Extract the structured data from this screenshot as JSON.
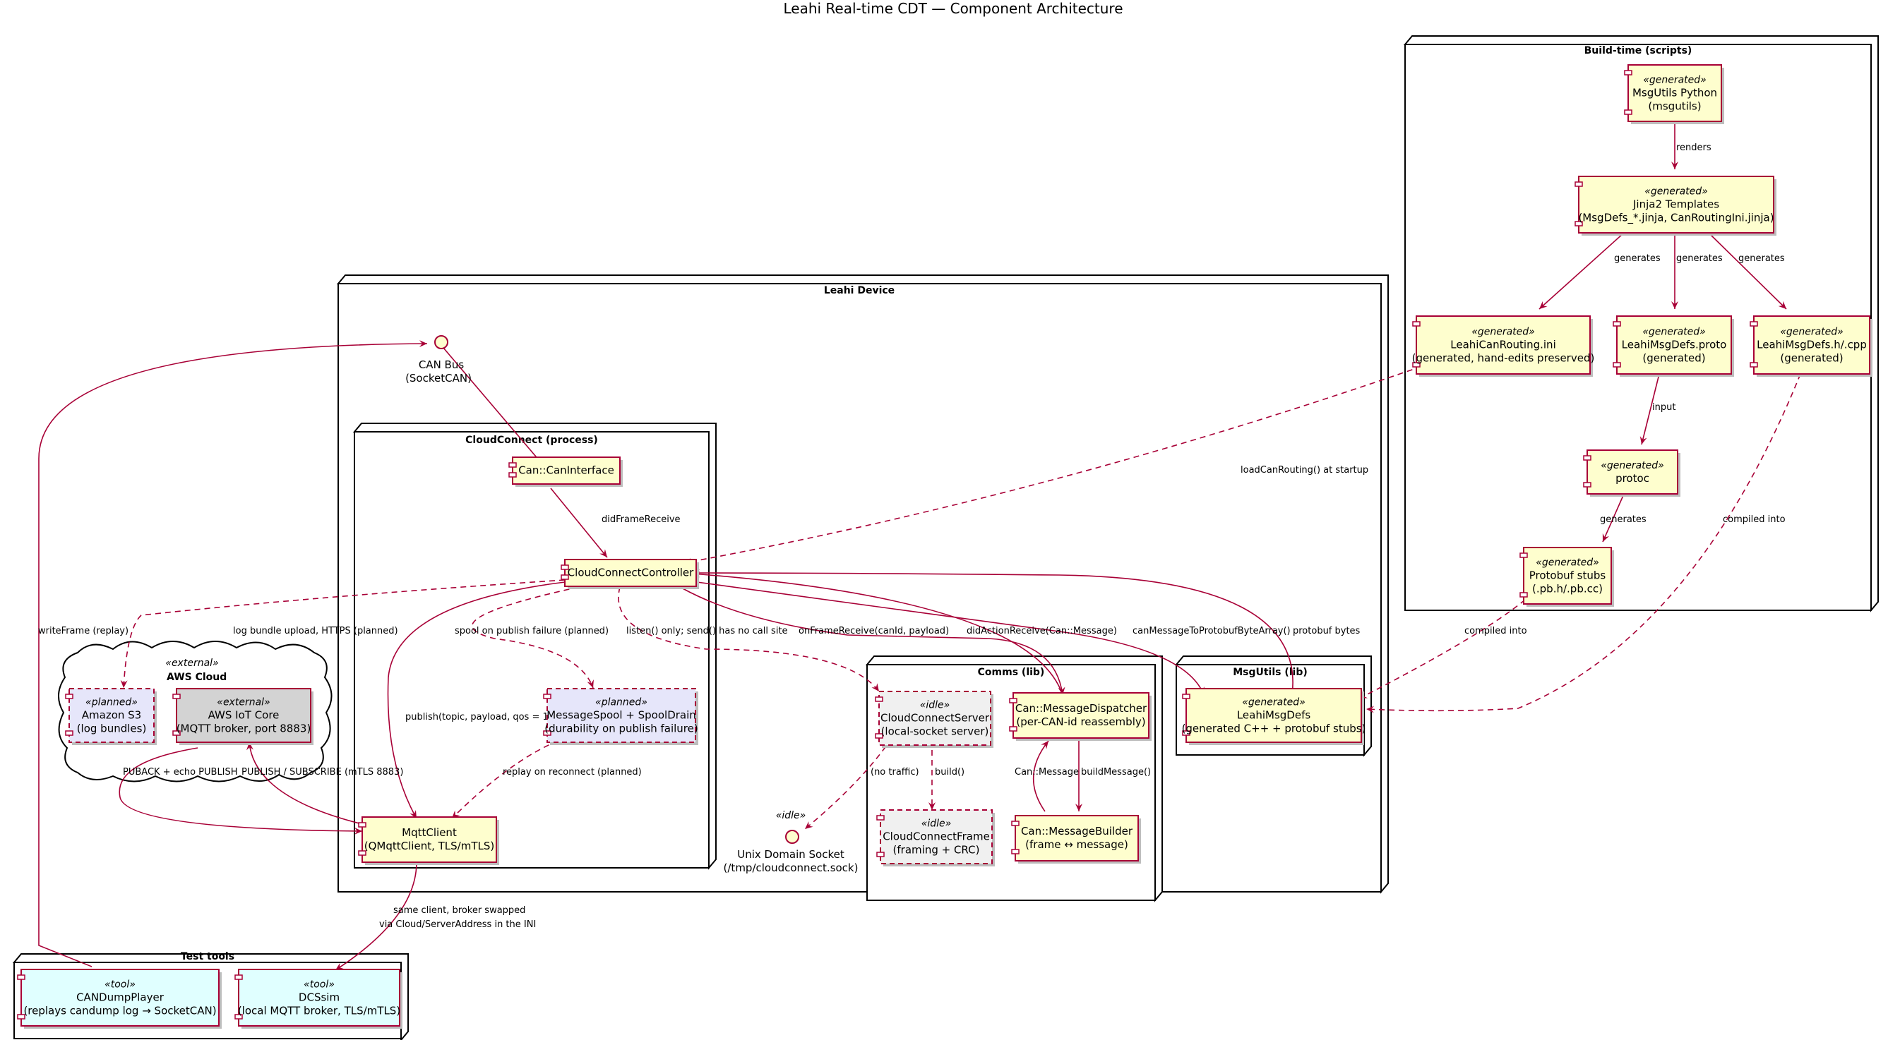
{
  "diagram": {
    "title": "Leahi Real-time CDT — Component Architecture",
    "nodes": {
      "build_time": "Build-time (scripts)",
      "leahi_device": "Leahi Device",
      "cloudconnect": "CloudConnect (process)",
      "comms": "Comms (lib)",
      "msgutils": "MsgUtils (lib)",
      "aws_cloud": "AWS Cloud",
      "aws_cloud_stereo": "«external»",
      "test_tools": "Test tools"
    },
    "components": {
      "msgutils_python": {
        "stereo": "«generated»",
        "lines": [
          "MsgUtils Python",
          "(msgutils)"
        ]
      },
      "jinja2": {
        "stereo": "«generated»",
        "lines": [
          "Jinja2 Templates",
          "(MsgDefs_*.jinja, CanRoutingIni.jinja)"
        ]
      },
      "routing_ini": {
        "stereo": "«generated»",
        "lines": [
          "LeahiCanRouting.ini",
          "(generated, hand-edits preserved)"
        ]
      },
      "msgdefs_proto": {
        "stereo": "«generated»",
        "lines": [
          "LeahiMsgDefs.proto",
          "(generated)"
        ]
      },
      "msgdefs_cpp": {
        "stereo": "«generated»",
        "lines": [
          "LeahiMsgDefs.h/.cpp",
          "(generated)"
        ]
      },
      "protoc": {
        "stereo": "«generated»",
        "lines": [
          "protoc"
        ]
      },
      "pb_stubs": {
        "stereo": "«generated»",
        "lines": [
          "Protobuf stubs",
          "(.pb.h/.pb.cc)"
        ]
      },
      "can_interface": {
        "stereo": "",
        "lines": [
          "Can::CanInterface"
        ]
      },
      "controller": {
        "stereo": "",
        "lines": [
          "CloudConnectController"
        ]
      },
      "spool": {
        "stereo": "«planned»",
        "lines": [
          "MessageSpool + SpoolDrain",
          "(durability on publish failure)"
        ]
      },
      "mqtt_client": {
        "stereo": "",
        "lines": [
          "MqttClient",
          "(QMqttClient, TLS/mTLS)"
        ]
      },
      "cc_server": {
        "stereo": "«idle»",
        "lines": [
          "CloudConnectServer",
          "(local-socket server)"
        ]
      },
      "cc_frame": {
        "stereo": "«idle»",
        "lines": [
          "CloudConnectFrame",
          "(framing + CRC)"
        ]
      },
      "dispatcher": {
        "stereo": "",
        "lines": [
          "Can::MessageDispatcher",
          "(per-CAN-id reassembly)"
        ]
      },
      "builder": {
        "stereo": "",
        "lines": [
          "Can::MessageBuilder",
          "(frame ↔ message)"
        ]
      },
      "leahi_msgdefs": {
        "stereo": "«generated»",
        "lines": [
          "LeahiMsgDefs",
          "(generated C++ + protobuf stubs)"
        ]
      },
      "s3": {
        "stereo": "«planned»",
        "lines": [
          "Amazon S3",
          "(log bundles)"
        ]
      },
      "iot_core": {
        "stereo": "«external»",
        "lines": [
          "AWS IoT Core",
          "(MQTT broker, port 8883)"
        ]
      },
      "candump": {
        "stereo": "«tool»",
        "lines": [
          "CANDumpPlayer",
          "(replays candump log → SocketCAN)"
        ]
      },
      "dcssim": {
        "stereo": "«tool»",
        "lines": [
          "DCSsim",
          "(local MQTT broker, TLS/mTLS)"
        ]
      }
    },
    "interfaces": {
      "can_bus": {
        "stereo": "",
        "lines": [
          "CAN Bus",
          "(SocketCAN)"
        ]
      },
      "unix_socket": {
        "stereo": "«idle»",
        "lines": [
          "Unix Domain Socket",
          "(/tmp/cloudconnect.sock)"
        ]
      }
    },
    "edge_labels": {
      "renders": "renders",
      "generates_1": "generates",
      "generates_2": "generates",
      "generates_3": "generates",
      "input": "input",
      "generates_4": "generates",
      "compiled_into_1": "compiled into",
      "compiled_into_2": "compiled into",
      "load_routing": "loadCanRouting() at startup",
      "did_frame_receive": "didFrameReceive",
      "write_frame": "writeFrame (replay)",
      "log_bundle": "log bundle upload, HTTPS (planned)",
      "spool_failure": "spool on publish failure (planned)",
      "listen_only": "listen() only; send() has no call site",
      "on_frame_receive": "onFrameReceive(canId, payload)",
      "did_action_receive": "didActionReceive(Can::Message)",
      "can_to_protobuf": "canMessageToProtobufByteArray()",
      "protobuf_bytes": "protobuf bytes",
      "publish": "publish(topic, payload, qos = 1)",
      "replay_reconnect": "replay on reconnect (planned)",
      "puback": "PUBACK + echo PUBLISH",
      "publish_subscribe": "PUBLISH / SUBSCRIBE (mTLS 8883)",
      "no_traffic": "(no traffic)",
      "build": "build()",
      "can_message": "Can::Message",
      "build_message": "buildMessage()",
      "same_client_1": "same client, broker swapped",
      "same_client_2": "via Cloud/ServerAddress in the INI"
    }
  }
}
